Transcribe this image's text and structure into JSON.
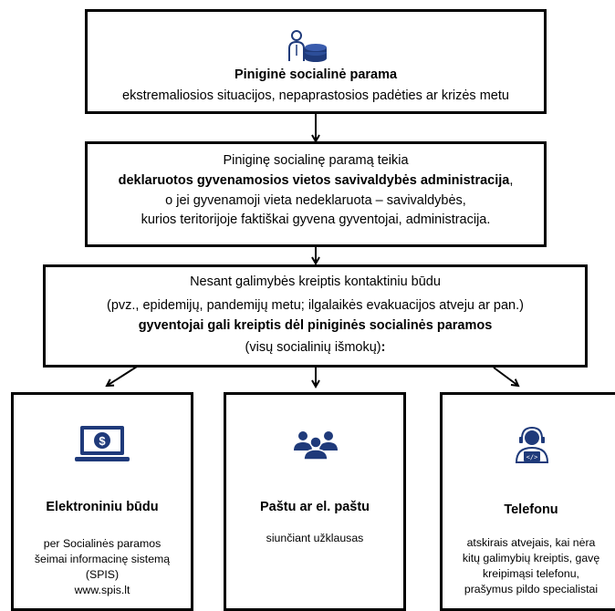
{
  "top_box": {
    "icon": "person-with-coins-icon",
    "title": "Piniginė socialinė parama",
    "subtitle": "ekstremaliosios situacijos, nepaprastosios padėties ar krizės metu"
  },
  "admin_box": {
    "line1": "Piniginę socialinę paramą teikia",
    "line2_bold": "deklaruotos gyvenamosios vietos savivaldybės administracija",
    "line2_rest": ",",
    "line3": "o jei gyvenamoji vieta nedeklaruota – savivaldybės,",
    "line4": "kurios teritorijoje faktiškai gyvena gyventojai, administracija."
  },
  "contact_box": {
    "line1": "Nesant galimybės kreiptis kontaktiniu būdu",
    "line2": "(pvz., epidemijų, pandemijų metu; ilgalaikės evakuacijos atveju ar pan.)",
    "line3_bold": "gyventojai gali kreiptis dėl piniginės socialinės paramos",
    "line4": "(visų socialinių išmokų)",
    "line4_bold": ":"
  },
  "options": [
    {
      "icon": "laptop-dollar-icon",
      "title": "Elektroniniu būdu",
      "desc": [
        "per Socialinės paramos",
        "šeimai informacinę sistemą",
        "(SPIS)",
        "www.spis.lt"
      ]
    },
    {
      "icon": "people-group-icon",
      "title": "Paštu ar el. paštu",
      "desc": [
        "siunčiant užklausas"
      ]
    },
    {
      "icon": "specialist-headset-icon",
      "title": "Telefonu",
      "desc": [
        "atskirais atvejais, kai nėra",
        "kitų galimybių kreiptis, gavę",
        "kreipimąsi telefonu,",
        "prašymus pildo specialistai"
      ]
    }
  ],
  "colors": {
    "accent_blue": "#1f3a7a",
    "border": "#000000"
  }
}
